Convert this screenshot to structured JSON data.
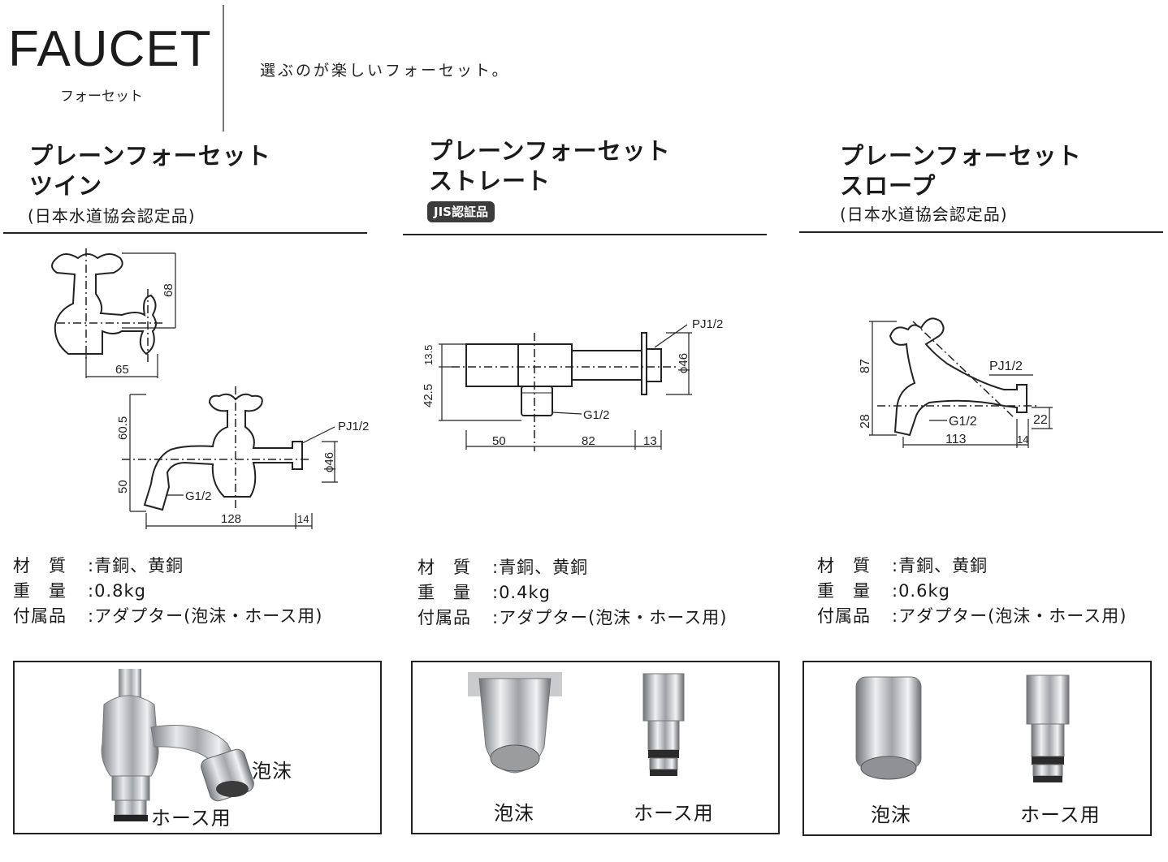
{
  "header": {
    "brand": "FAUCET",
    "brand_sub": "フォーセット",
    "tagline": "選ぶのが楽しいフォーセット。"
  },
  "products": [
    {
      "title_line1": "プレーンフォーセット",
      "title_line2": "ツイン",
      "note": "(日本水道協会認定品)",
      "dims": {
        "d68": "68",
        "d65": "65",
        "d60_5": "60.5",
        "d50": "50",
        "d128": "128",
        "d14": "14",
        "pj": "PJ1/2",
        "phi": "ϕ46",
        "g": "G1/2"
      },
      "spec": [
        {
          "k": "材　質",
          "v": ":青銅、黄銅"
        },
        {
          "k": "重　量",
          "v": ":0.8kg"
        },
        {
          "k": "付属品",
          "v": ":アダプター(泡沫・ホース用)"
        }
      ],
      "captions": [
        "泡沫",
        "ホース用"
      ]
    },
    {
      "title_line1": "プレーンフォーセット",
      "title_line2": "ストレート",
      "badge": "JIS認証品",
      "dims": {
        "d13_5": "13.5",
        "d42_5": "42.5",
        "d50": "50",
        "d82": "82",
        "d13": "13",
        "pj": "PJ1/2",
        "phi": "ϕ46",
        "g": "G1/2"
      },
      "spec": [
        {
          "k": "材　質",
          "v": ":青銅、黄銅"
        },
        {
          "k": "重　量",
          "v": ":0.4kg"
        },
        {
          "k": "付属品",
          "v": ":アダプター(泡沫・ホース用)"
        }
      ],
      "captions": [
        "泡沫",
        "ホース用"
      ]
    },
    {
      "title_line1": "プレーンフォーセット",
      "title_line2": "スロープ",
      "note": "(日本水道協会認定品)",
      "dims": {
        "d87": "87",
        "d28": "28",
        "d113": "113",
        "d14": "14",
        "d22": "22",
        "pj": "PJ1/2",
        "g": "G1/2"
      },
      "spec": [
        {
          "k": "材　質",
          "v": ":青銅、黄銅"
        },
        {
          "k": "重　量",
          "v": ":0.6kg"
        },
        {
          "k": "付属品",
          "v": ":アダプター(泡沫・ホース用)"
        }
      ],
      "captions": [
        "泡沫",
        "ホース用"
      ]
    }
  ]
}
